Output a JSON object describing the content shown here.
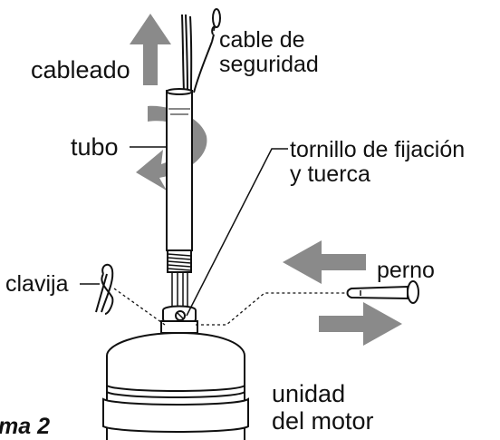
{
  "labels": {
    "cabling": "cableado",
    "safety_cable_line1": "cable de",
    "safety_cable_line2": "seguridad",
    "tube": "tubo",
    "set_screw_line1": "tornillo de fijación",
    "set_screw_line2": "y tuerca",
    "clip": "clavija",
    "pin": "perno",
    "motor_line1": "unidad",
    "motor_line2": "del motor"
  },
  "figure_caption": "ma 2",
  "colors": {
    "arrow": "#8a8a8a",
    "line": "#111111",
    "background": "#ffffff"
  },
  "icons": [
    "up-arrow-icon",
    "rotation-arrow-icon",
    "left-arrow-icon",
    "right-arrow-icon"
  ]
}
